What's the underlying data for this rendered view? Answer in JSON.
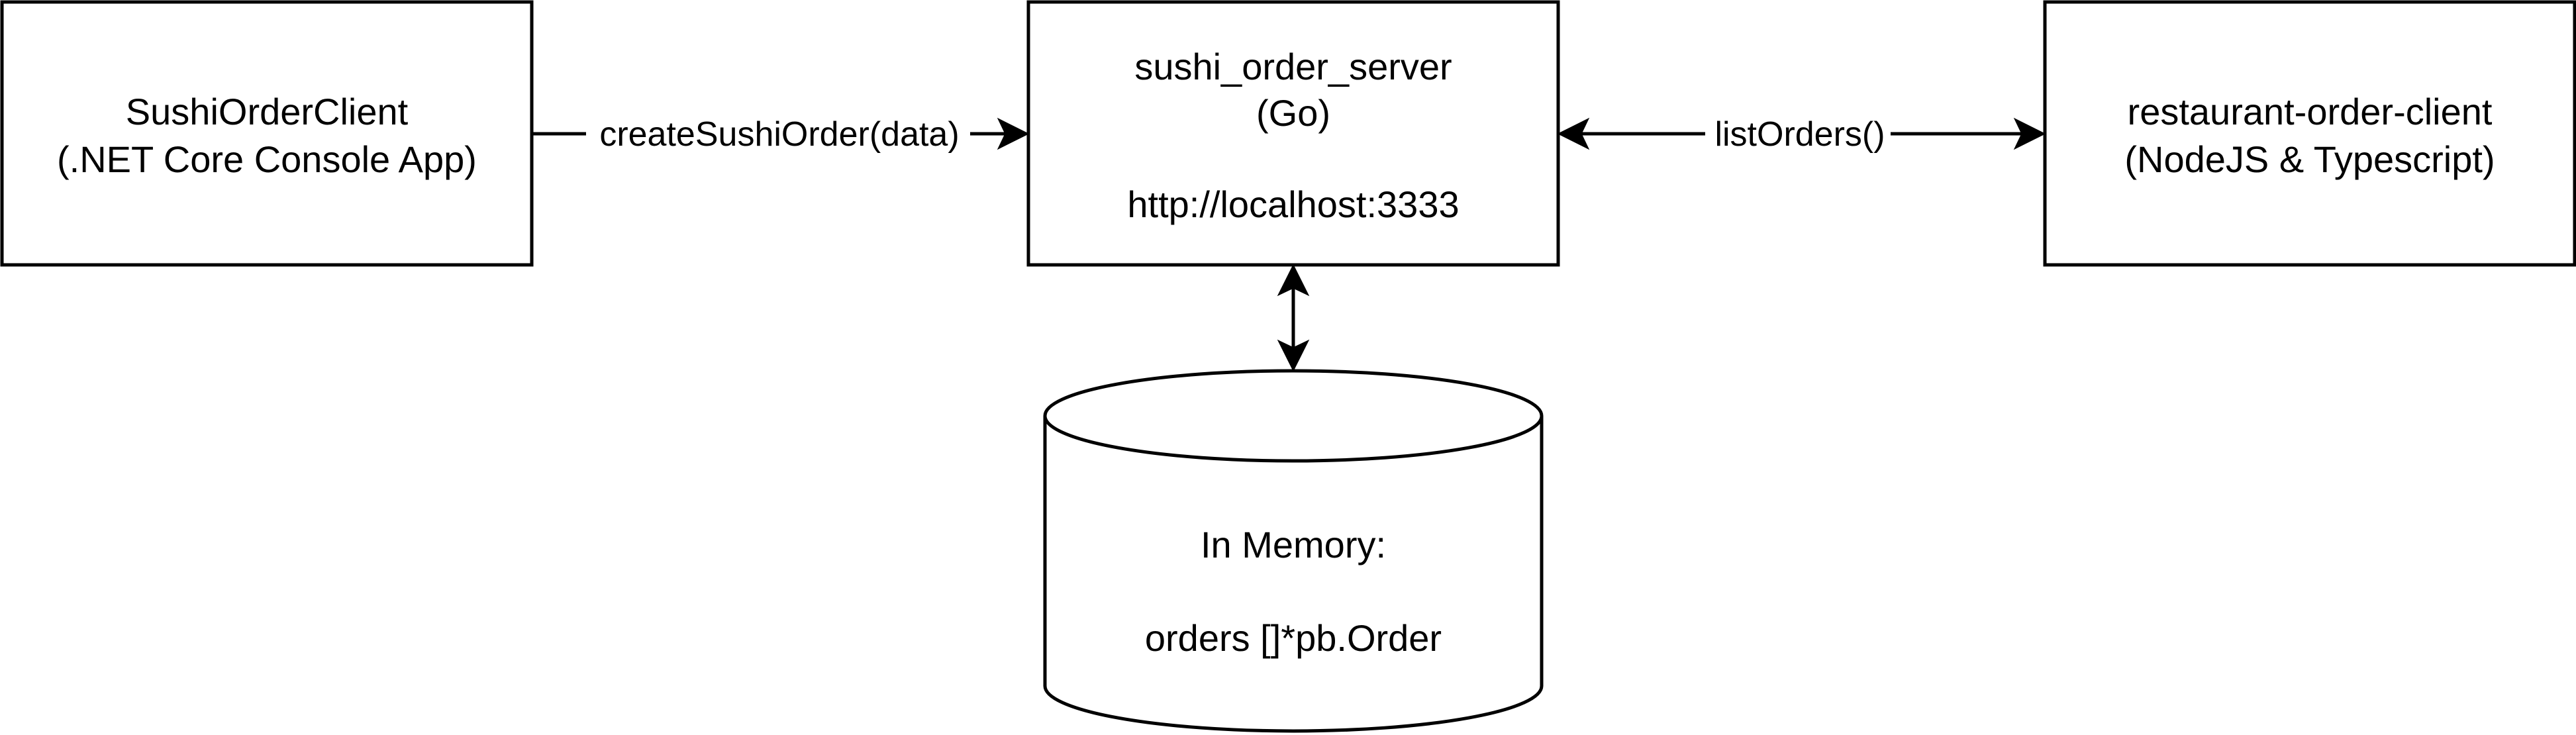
{
  "nodes": {
    "sushi_client": {
      "line1": "SushiOrderClient",
      "line2": "(.NET Core Console App)"
    },
    "server": {
      "line1": "sushi_order_server",
      "line2": "(Go)",
      "line3": "http://localhost:3333"
    },
    "restaurant_client": {
      "line1": "restaurant-order-client",
      "line2": "(NodeJS & Typescript)"
    },
    "memory": {
      "line1": "In Memory:",
      "line2": "orders []*pb.Order"
    }
  },
  "edges": {
    "create_order": {
      "label": "createSushiOrder(data)"
    },
    "list_orders": {
      "label": "listOrders()"
    }
  }
}
